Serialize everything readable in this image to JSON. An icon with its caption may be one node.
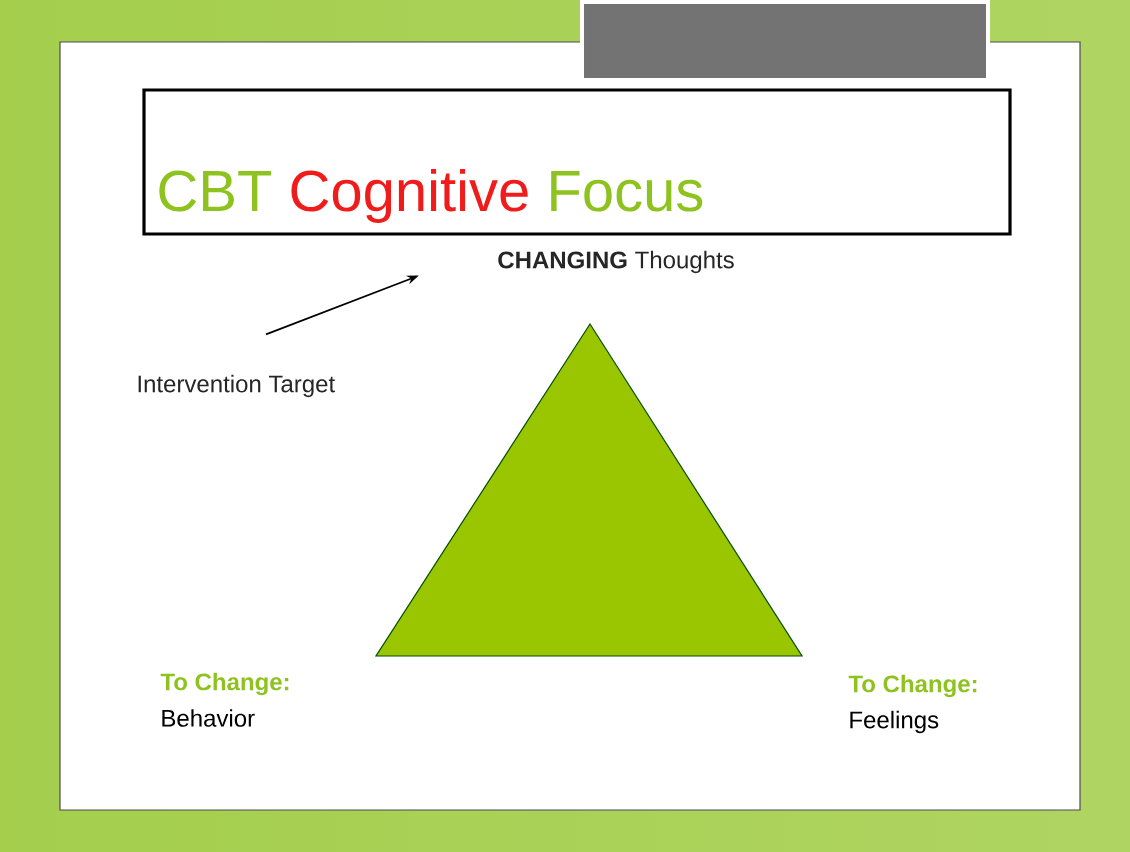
{
  "diagram": {
    "title": "CBT Cognitive Focus",
    "nodes": [
      {
        "text": [
          "Intervention Target"
        ]
      },
      {
        "text": [
          "**CHANGING** Thoughts"
        ]
      }
    ],
    "edges": [
      {
        "from": 0,
        "to": 1,
        "arrow": "to"
      }
    ],
    "labels": [
      "To Change:",
      "Behavior",
      "To Change:",
      "Feelings"
    ]
  }
}
